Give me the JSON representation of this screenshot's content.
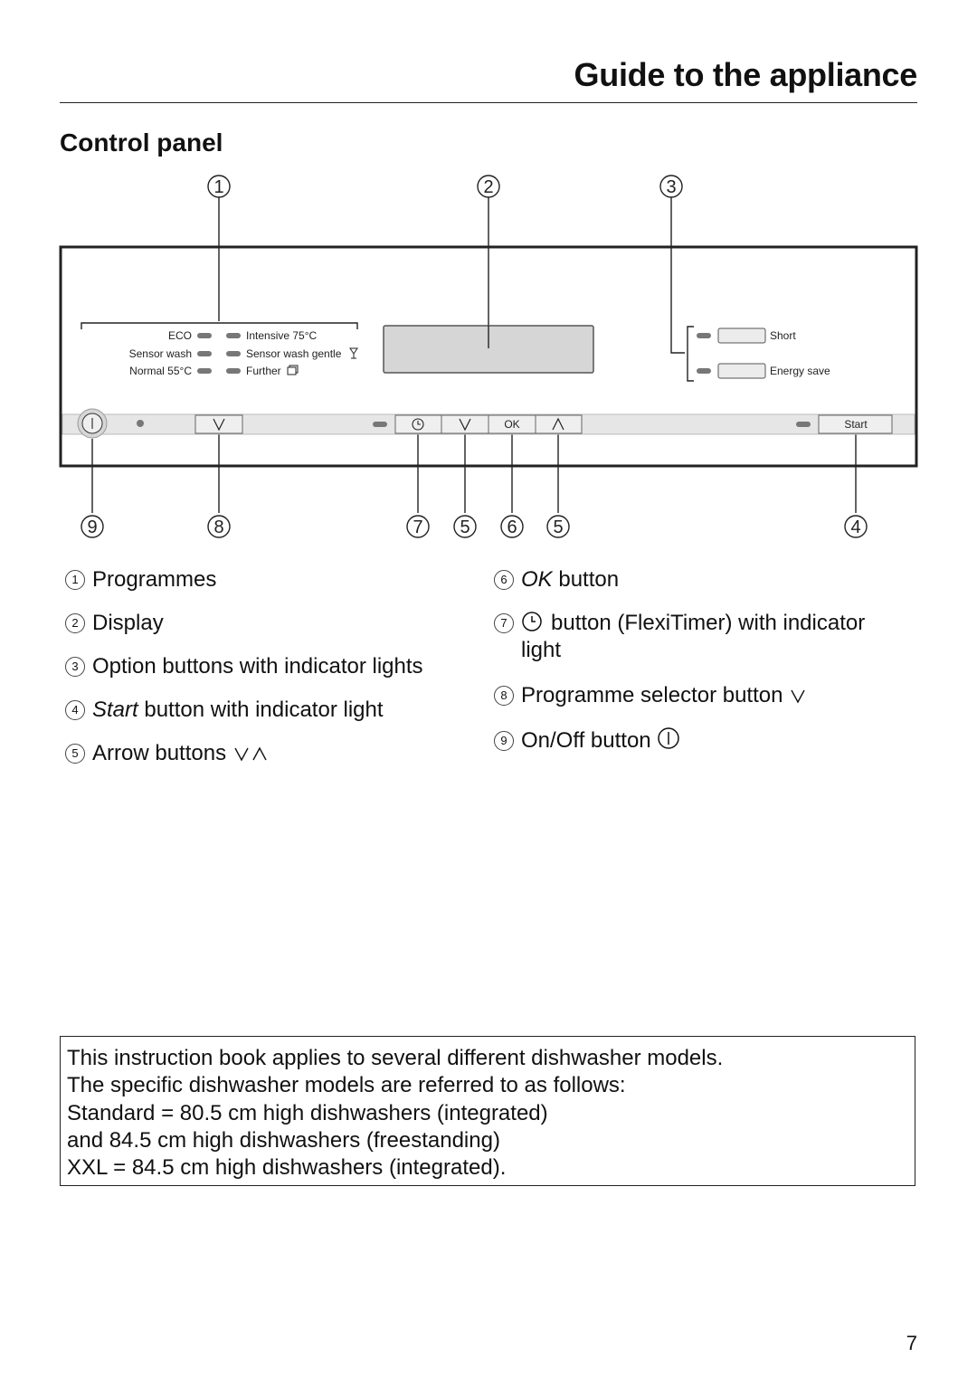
{
  "header": {
    "title": "Guide to the appliance"
  },
  "section": {
    "title": "Control panel"
  },
  "panel": {
    "programmes_left": [
      "ECO",
      "Sensor wash",
      "Normal 55°C"
    ],
    "programmes_right": [
      "Intensive 75°C",
      "Sensor wash gentle",
      "Further"
    ],
    "options": [
      "Short",
      "Energy save"
    ],
    "ok_label": "OK",
    "start_label": "Start",
    "callouts_top": [
      "1",
      "2",
      "3"
    ],
    "callouts_bottom": [
      "9",
      "8",
      "7",
      "5",
      "6",
      "5",
      "4"
    ]
  },
  "legend": {
    "left": [
      {
        "num": "1",
        "text": "Programmes"
      },
      {
        "num": "2",
        "text": "Display"
      },
      {
        "num": "3",
        "text": "Option buttons with indicator lights"
      },
      {
        "num": "4",
        "italic": "Start",
        "text": " button with indicator light"
      },
      {
        "num": "5",
        "text": "Arrow buttons"
      }
    ],
    "right": [
      {
        "num": "6",
        "italic": "OK",
        "text": " button"
      },
      {
        "num": "7",
        "text": "button (FlexiTimer) with indicator",
        "text2": "light"
      },
      {
        "num": "8",
        "text": "Programme selector button"
      },
      {
        "num": "9",
        "text": "On/Off button"
      }
    ]
  },
  "note": {
    "lines": [
      "This instruction book applies to several different dishwasher models.",
      "The specific dishwasher models are referred to as follows:",
      "Standard = 80.5 cm high dishwashers (integrated)",
      "and 84.5 cm high dishwashers (freestanding)",
      "XXL = 84.5 cm high dishwashers (integrated)."
    ]
  },
  "page": {
    "number": "7"
  },
  "icons": {
    "power": "power-icon",
    "clock": "clock-icon",
    "down": "chevron-down-icon",
    "up": "chevron-up-icon",
    "glass": "glass-icon",
    "further": "further-icon"
  }
}
